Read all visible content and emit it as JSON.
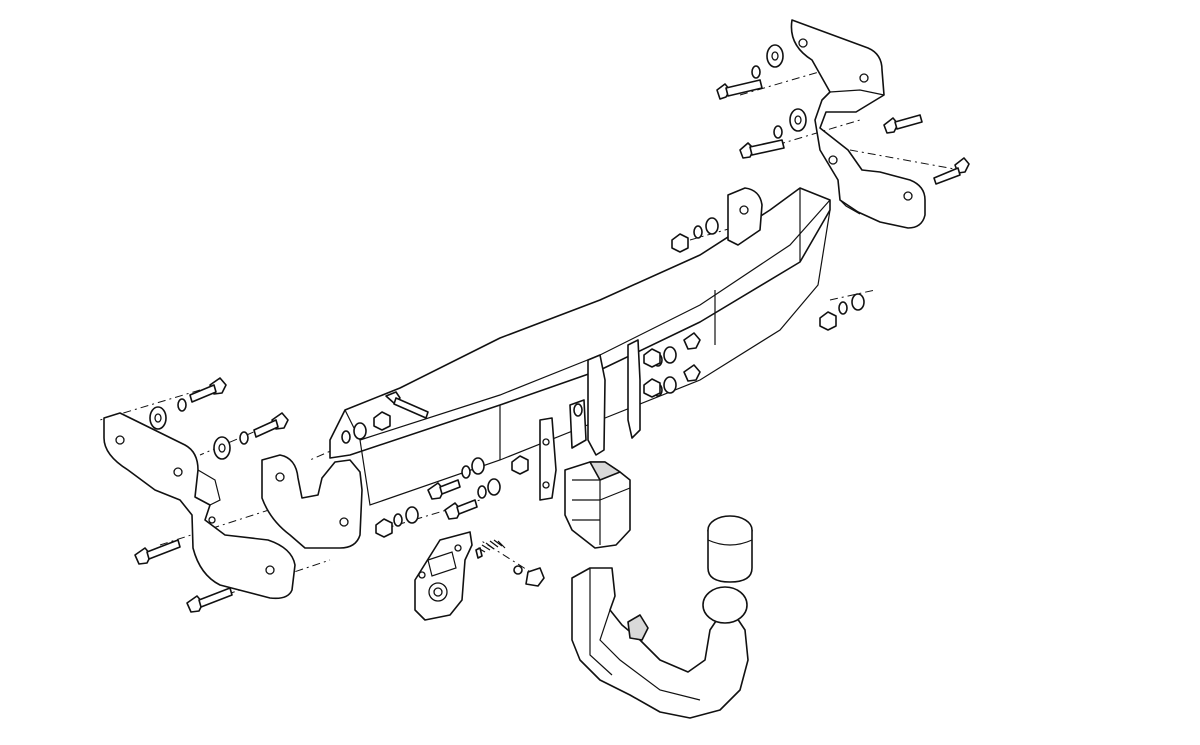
{
  "diagram": {
    "kind": "exploded-assembly",
    "subject": "towbar",
    "colors": {
      "line": "#111111",
      "fill": "#ffffff",
      "shade": "#d9d9d9",
      "background": "#ffffff"
    },
    "parts": [
      "crossbar",
      "right-side-bracket",
      "left-side-bracket",
      "left-inner-plate",
      "electrical-socket-plate",
      "receiver-housing",
      "detachable-tow-ball-neck",
      "tow-ball-cover",
      "bolt-set",
      "washer-set",
      "nut-set",
      "spring-lock"
    ]
  }
}
